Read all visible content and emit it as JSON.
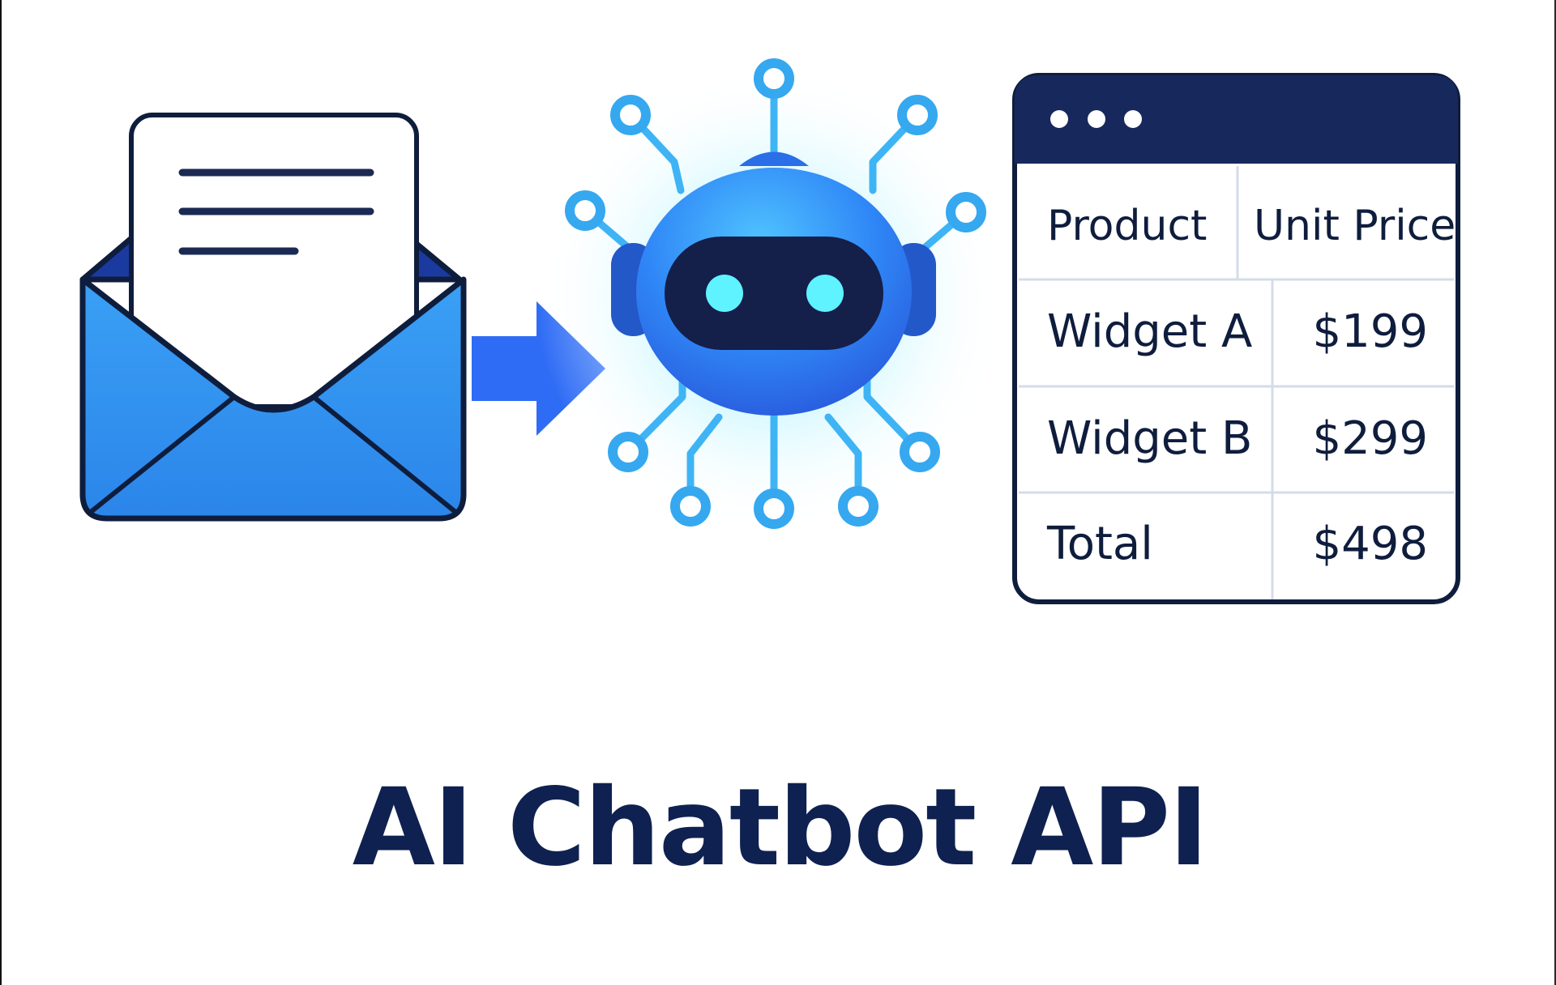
{
  "title": "AI Chatbot API",
  "icons": {
    "email": "open-envelope-icon",
    "arrow": "arrow-right-icon",
    "robot": "robot-icon",
    "table_window": "browser-window-icon"
  },
  "colors": {
    "navy": "#0f2150",
    "envelope_blue": "#2f8ff0",
    "arrow_blue": "#2f6cf5",
    "robot_blue": "#2f7df5",
    "eye_cyan": "#5ff3ff",
    "glow": "#b9f4ff"
  },
  "table": {
    "headers": [
      "Product",
      "Unit Price"
    ],
    "rows": [
      {
        "label": "Widget A",
        "price": "$199"
      },
      {
        "label": "Widget B",
        "price": "$299"
      },
      {
        "label": "Total",
        "price": "$498"
      }
    ]
  }
}
